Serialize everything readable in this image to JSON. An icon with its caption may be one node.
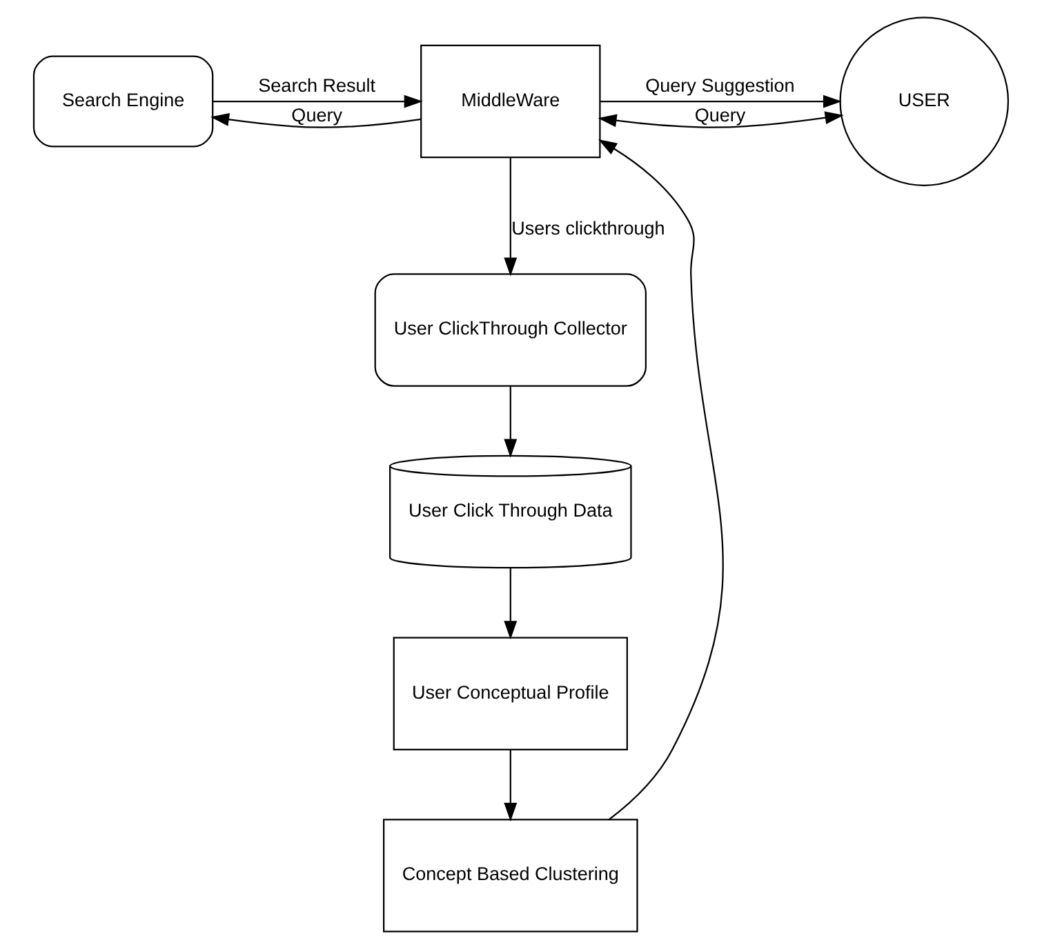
{
  "diagram": {
    "nodes": [
      {
        "text": [
          "Search Engine"
        ]
      },
      {
        "text": [
          "MiddleWare"
        ]
      },
      {
        "text": [
          "USER"
        ]
      },
      {
        "text": [
          "User ClickThrough Collector"
        ]
      },
      {
        "text": [
          "User Click Through Data"
        ]
      },
      {
        "text": [
          "Concept Based Clustering"
        ]
      },
      {
        "text": [
          "User Conceptual Profile"
        ]
      }
    ],
    "edges": [
      {
        "from": 1,
        "to": 0,
        "arrow": "to",
        "label": "Query"
      },
      {
        "from": 0,
        "to": 1,
        "arrow": "to",
        "label": "Search Result"
      },
      {
        "from": 1,
        "to": 2,
        "arrow": "both",
        "label": "Query"
      },
      {
        "from": 1,
        "to": 2,
        "arrow": "to",
        "label": "Query Suggestion"
      },
      {
        "from": 1,
        "to": 3,
        "arrow": "to",
        "label": "Users clickthrough"
      },
      {
        "from": 3,
        "to": 4,
        "arrow": "to"
      },
      {
        "from": 4,
        "to": 6,
        "arrow": "to"
      },
      {
        "from": 6,
        "to": 5,
        "arrow": "to"
      },
      {
        "from": 5,
        "to": 1,
        "arrow": "to"
      }
    ]
  }
}
